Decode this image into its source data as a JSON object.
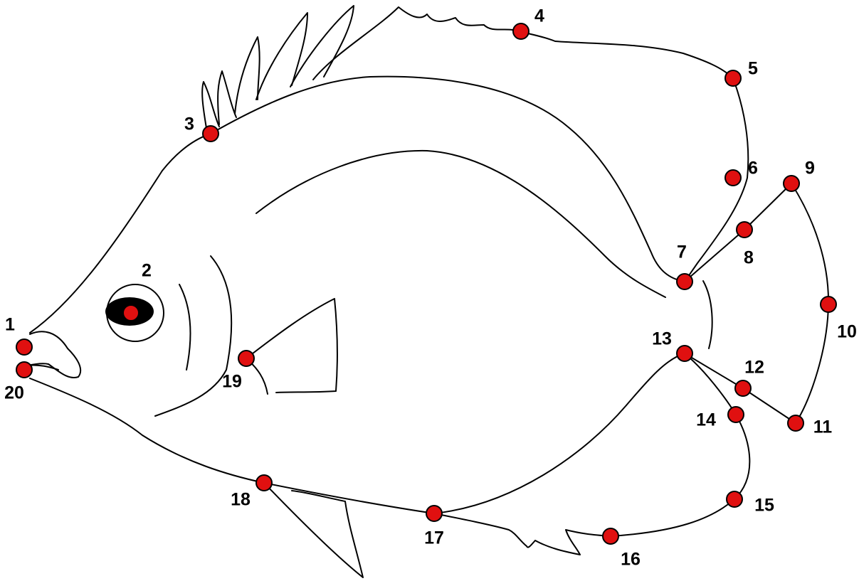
{
  "diagram": {
    "landmark_color": "#e01010",
    "landmarks": [
      {
        "label": "1"
      },
      {
        "label": "2"
      },
      {
        "label": "3"
      },
      {
        "label": "4"
      },
      {
        "label": "5"
      },
      {
        "label": "6"
      },
      {
        "label": "7"
      },
      {
        "label": "8"
      },
      {
        "label": "9"
      },
      {
        "label": "10"
      },
      {
        "label": "11"
      },
      {
        "label": "12"
      },
      {
        "label": "13"
      },
      {
        "label": "14"
      },
      {
        "label": "15"
      },
      {
        "label": "16"
      },
      {
        "label": "17"
      },
      {
        "label": "18"
      },
      {
        "label": "19"
      },
      {
        "label": "20"
      }
    ]
  }
}
